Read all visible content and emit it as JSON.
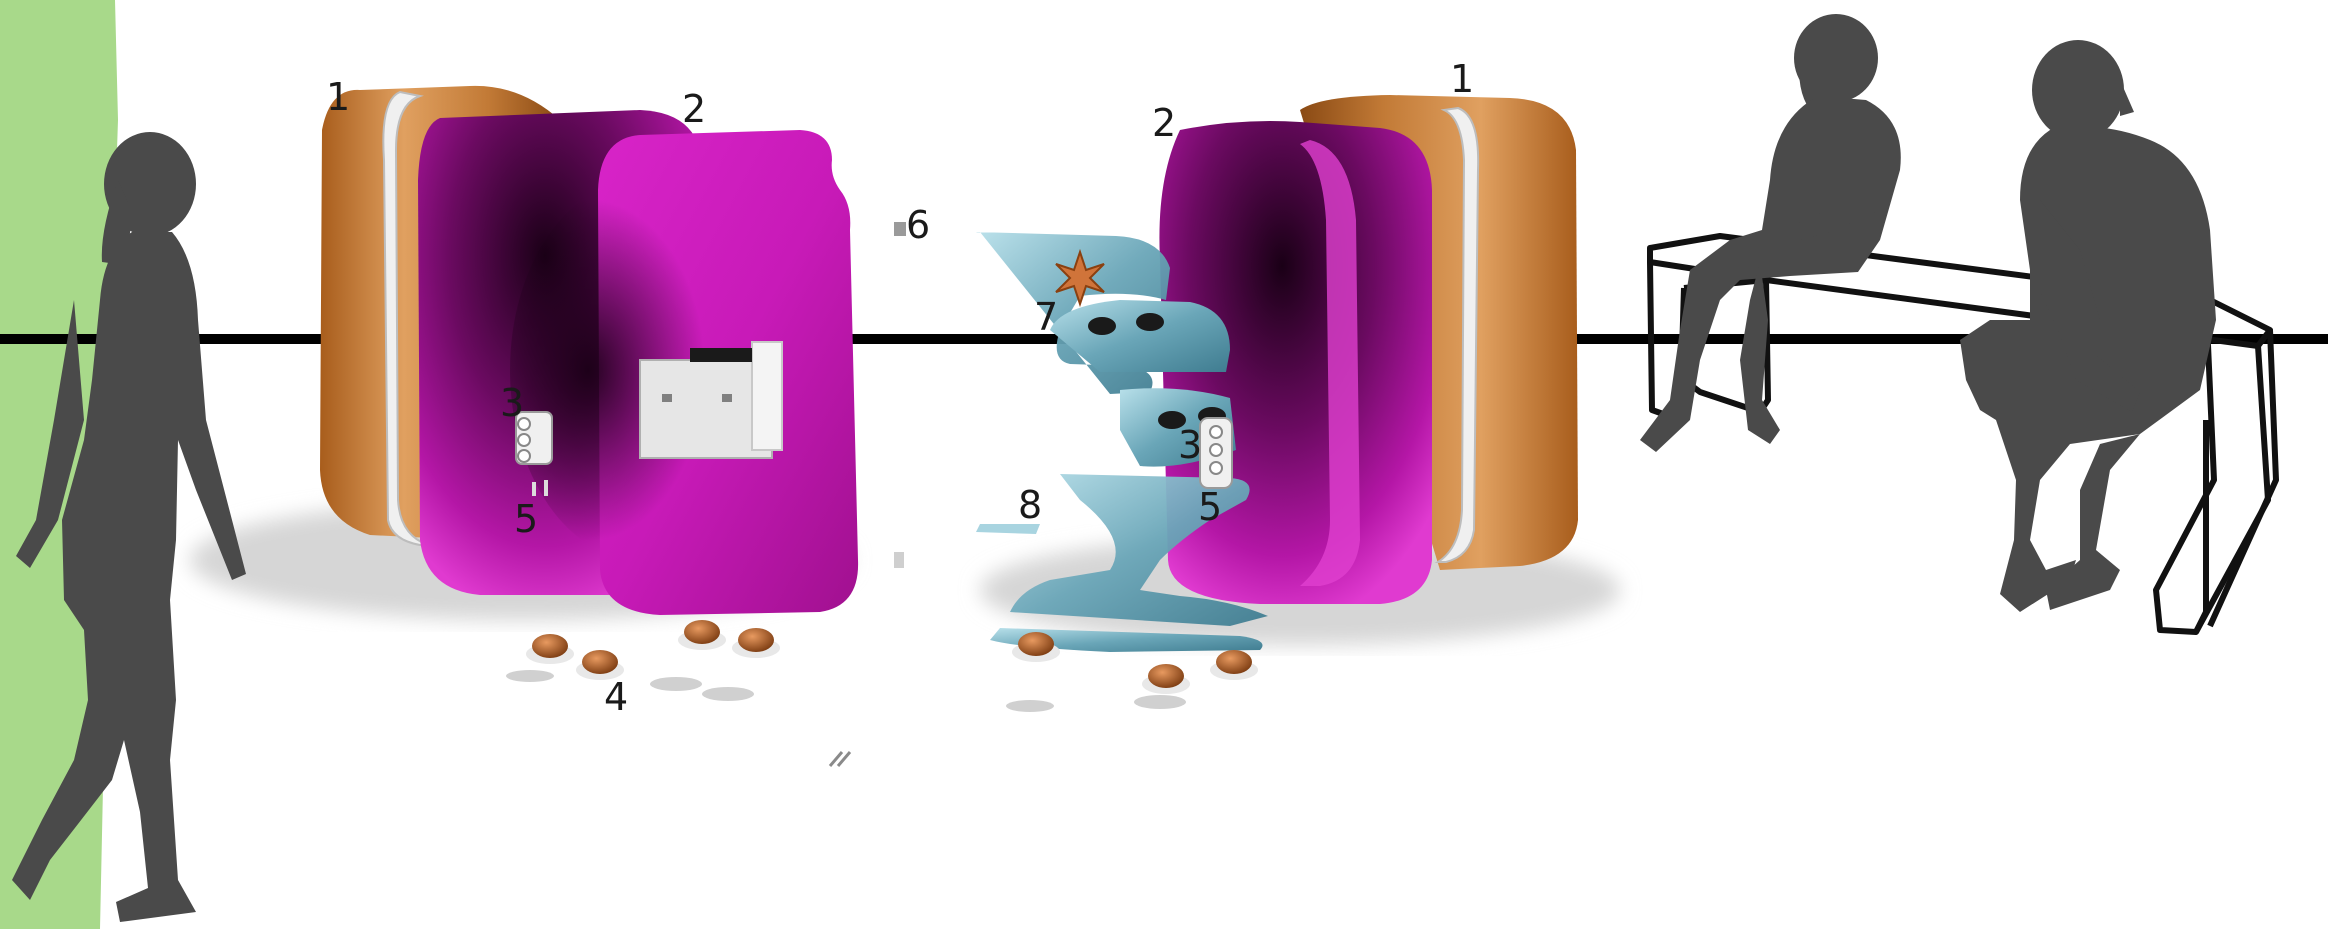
{
  "callouts": {
    "left_unit": {
      "c1": "1",
      "c2": "2",
      "c3": "3",
      "c4": "4",
      "c5": "5"
    },
    "right_unit": {
      "c1": "1",
      "c2": "2",
      "c3": "3",
      "c5": "5",
      "c6": "6",
      "c7": "7",
      "c8": "8"
    }
  },
  "colors": {
    "green_strip": "#a8d98a",
    "silhouette": "#4a4a4a",
    "magenta": "#c81ab8",
    "magenta_dark": "#2a0024",
    "copper": "#c27a36",
    "steel_blue": "#7ab8c8",
    "shadow": "#d6d6d6",
    "wall_line": "#000000"
  },
  "icons": [
    "walking-person-silhouette",
    "seated-woman-silhouette",
    "seated-man-silhouette",
    "bench-outline"
  ]
}
